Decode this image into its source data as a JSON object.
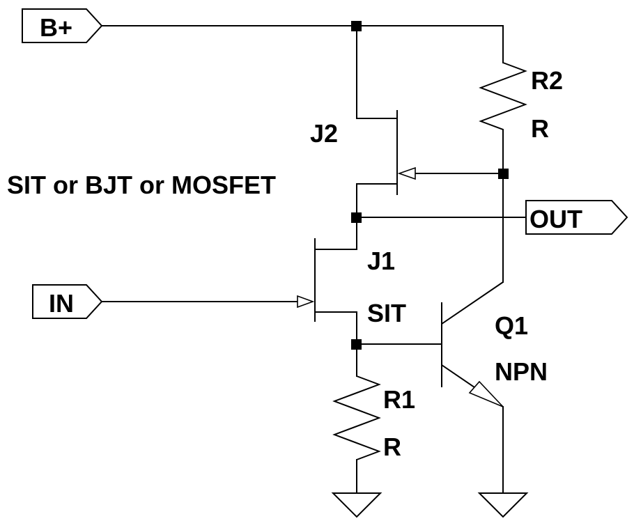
{
  "ports": {
    "supply": "B+",
    "input": "IN",
    "output": "OUT"
  },
  "components": {
    "r2": {
      "ref": "R2",
      "value": "R"
    },
    "r1": {
      "ref": "R1",
      "value": "R"
    },
    "j2": {
      "ref": "J2",
      "value": "SIT or BJT or MOSFET"
    },
    "j1": {
      "ref": "J1",
      "value": "SIT"
    },
    "q1": {
      "ref": "Q1",
      "value": "NPN"
    }
  },
  "colors": {
    "line": "#000000",
    "background": "#ffffff"
  }
}
